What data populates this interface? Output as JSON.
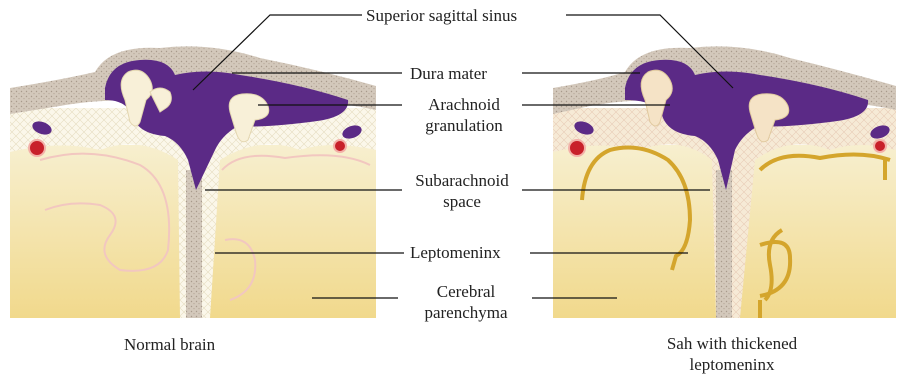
{
  "labels": {
    "superior_sagittal_sinus": "Superior sagittal sinus",
    "dura_mater": "Dura mater",
    "arachnoid_granulation": [
      "Arachnoid",
      "granulation"
    ],
    "subarachnoid_space": [
      "Subarachnoid",
      "space"
    ],
    "leptomeninx": "Leptomeninx",
    "cerebral_parenchyma": [
      "Cerebral",
      "parenchyma"
    ]
  },
  "captions": {
    "left": "Normal brain",
    "right": [
      "Sah with thickened",
      "leptomeninx"
    ]
  },
  "colors": {
    "sinus": "#5b2a86",
    "dura": "#cfc3b6",
    "parenchyma": "#f4e6b2",
    "leptomeninx_thick": "#d4a52c",
    "vessel": "#c8202a"
  }
}
